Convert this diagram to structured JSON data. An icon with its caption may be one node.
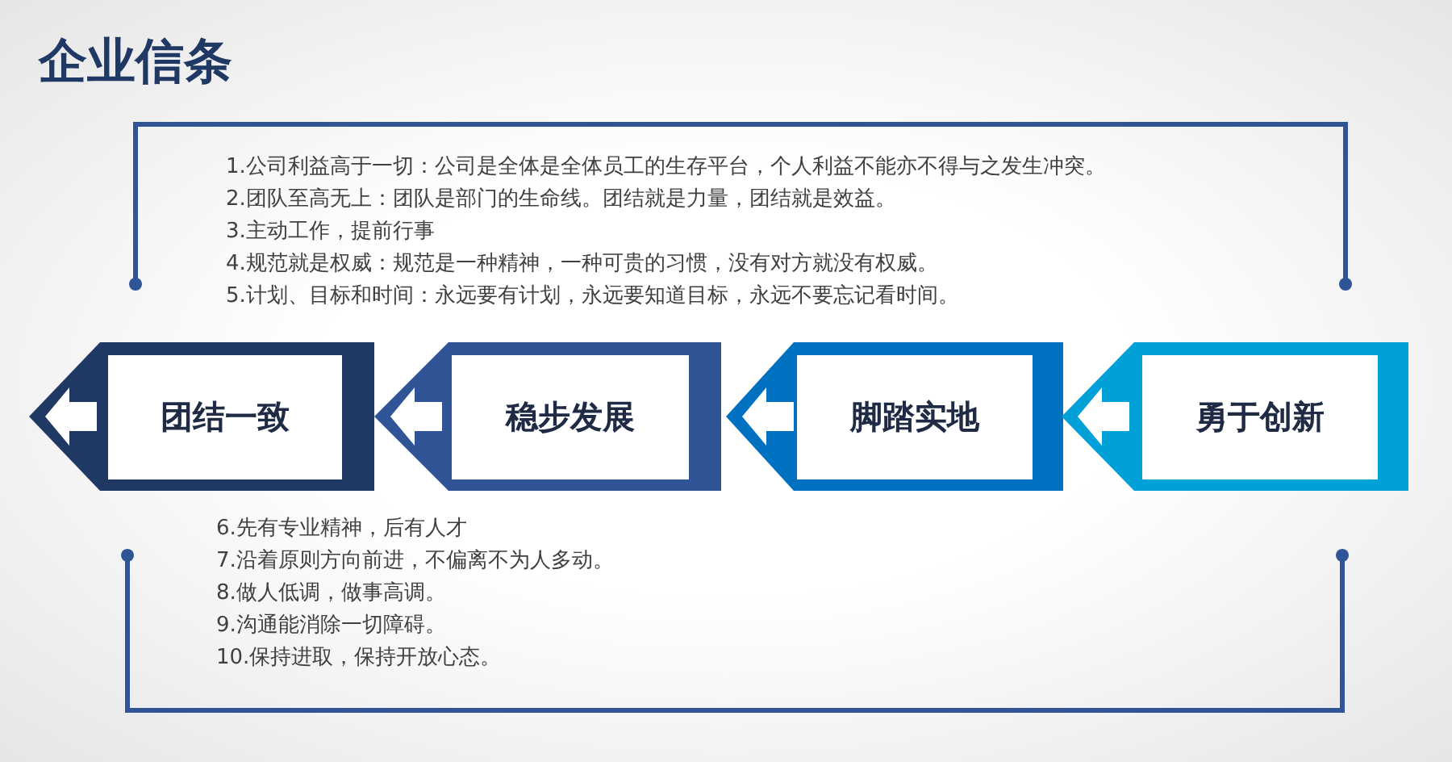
{
  "diagram": {
    "title": "企业信条",
    "nodes": [
      {
        "text": [
          "团结一致"
        ]
      },
      {
        "text": [
          "稳步发展"
        ]
      },
      {
        "text": [
          "脚踏实地"
        ]
      },
      {
        "text": [
          "勇于创新"
        ]
      }
    ],
    "labels": [
      "1.公司利益高于一切：公司是全体是全体员工的生存平台，个人利益不能亦不得与之发生冲突。",
      "2.团队至高无上：团队是部门的生命线。团结就是力量，团结就是效益。",
      "3.主动工作，提前行事",
      "4.规范就是权威：规范是一种精神，一种可贵的习惯，没有对方就没有权威。",
      "5.计划、目标和时间：永远要有计划，永远要知道目标，永远不要忘记看时间。",
      "6.先有专业精神，后有人才",
      "7.沿着原则方向前进，不偏离不为人多动。",
      "8.做人低调，做事高调。",
      "9.沟通能消除一切障碍。",
      "10.保持进取，保持开放心态。"
    ]
  }
}
